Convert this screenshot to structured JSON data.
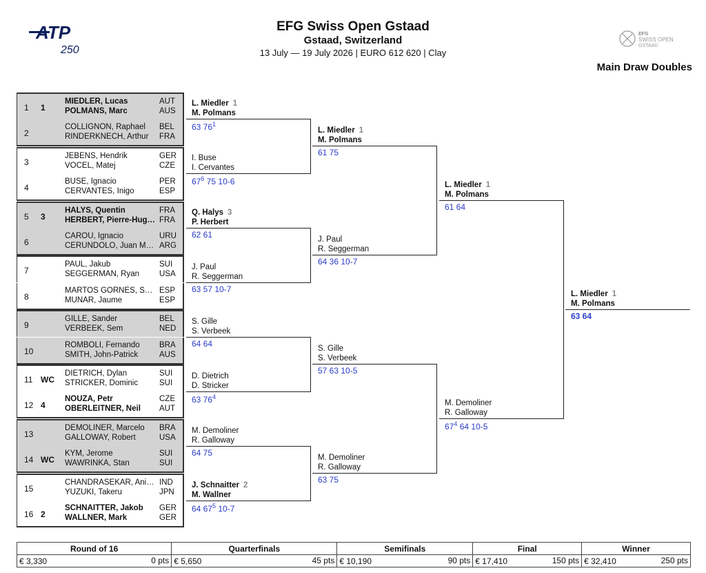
{
  "header": {
    "title": "EFG Swiss Open Gstaad",
    "subtitle": "Gstaad, Switzerland",
    "info": "13 July — 19 July 2026 | EURO 612 620 | Clay",
    "draw_title": "Main Draw Doubles",
    "atp_logo_text": "ATP",
    "atp_logo_number": "250",
    "tour_logo_text": [
      "EFG",
      "SWISS OPEN",
      "GSTAAD"
    ]
  },
  "entries": [
    {
      "num": "1",
      "seed": "1",
      "p1": "MIEDLER, Lucas",
      "p2": "POLMANS, Marc",
      "c1": "AUT",
      "c2": "AUS"
    },
    {
      "num": "2",
      "seed": "",
      "p1": "COLLIGNON, Raphael",
      "p2": "RINDERKNECH, Arthur",
      "c1": "BEL",
      "c2": "FRA"
    },
    {
      "num": "3",
      "seed": "",
      "p1": "JEBENS, Hendrik",
      "p2": "VOCEL, Matej",
      "c1": "GER",
      "c2": "CZE"
    },
    {
      "num": "4",
      "seed": "",
      "p1": "BUSE, Ignacio",
      "p2": "CERVANTES, Inigo",
      "c1": "PER",
      "c2": "ESP"
    },
    {
      "num": "5",
      "seed": "3",
      "p1": "HALYS, Quentin",
      "p2": "HERBERT, Pierre-Hugues",
      "c1": "FRA",
      "c2": "FRA"
    },
    {
      "num": "6",
      "seed": "",
      "p1": "CAROU, Ignacio",
      "p2": "CERUNDOLO, Juan Manuel",
      "c1": "URU",
      "c2": "ARG"
    },
    {
      "num": "7",
      "seed": "",
      "p1": "PAUL, Jakub",
      "p2": "SEGGERMAN, Ryan",
      "c1": "SUI",
      "c2": "USA"
    },
    {
      "num": "8",
      "seed": "",
      "p1": "MARTOS GORNES, Sergio",
      "p2": "MUNAR, Jaume",
      "c1": "ESP",
      "c2": "ESP"
    },
    {
      "num": "9",
      "seed": "",
      "p1": "GILLE, Sander",
      "p2": "VERBEEK, Sem",
      "c1": "BEL",
      "c2": "NED"
    },
    {
      "num": "10",
      "seed": "",
      "p1": "ROMBOLI, Fernando",
      "p2": "SMITH, John-Patrick",
      "c1": "BRA",
      "c2": "AUS"
    },
    {
      "num": "11",
      "seed": "WC",
      "p1": "DIETRICH, Dylan",
      "p2": "STRICKER, Dominic",
      "c1": "SUI",
      "c2": "SUI"
    },
    {
      "num": "12",
      "seed": "4",
      "p1": "NOUZA, Petr",
      "p2": "OBERLEITNER, Neil",
      "c1": "CZE",
      "c2": "AUT"
    },
    {
      "num": "13",
      "seed": "",
      "p1": "DEMOLINER, Marcelo",
      "p2": "GALLOWAY, Robert",
      "c1": "BRA",
      "c2": "USA"
    },
    {
      "num": "14",
      "seed": "WC",
      "p1": "KYM, Jerome",
      "p2": "WAWRINKA, Stan",
      "c1": "SUI",
      "c2": "SUI"
    },
    {
      "num": "15",
      "seed": "",
      "p1": "CHANDRASEKAR, Anirudh",
      "p2": "YUZUKI, Takeru",
      "c1": "IND",
      "c2": "JPN"
    },
    {
      "num": "16",
      "seed": "2",
      "p1": "SCHNAITTER, Jakob",
      "p2": "WALLNER, Mark",
      "c1": "GER",
      "c2": "GER"
    }
  ],
  "round2": [
    {
      "n1": "L. Miedler",
      "n2": "M. Polmans",
      "seed": "1",
      "bold": true,
      "score": "63 76",
      "sup": "1",
      "tail": ""
    },
    {
      "n1": "I. Buse",
      "n2": "I. Cervantes",
      "seed": "",
      "bold": false,
      "score": "67",
      "sup": "6",
      "tail": " 75 10-6"
    },
    {
      "n1": "Q. Halys",
      "n2": "P. Herbert",
      "seed": "3",
      "bold": true,
      "score": "62 61",
      "sup": "",
      "tail": ""
    },
    {
      "n1": "J. Paul",
      "n2": "R. Seggerman",
      "seed": "",
      "bold": false,
      "score": "63 57 10-7",
      "sup": "",
      "tail": ""
    },
    {
      "n1": "S. Gille",
      "n2": "S. Verbeek",
      "seed": "",
      "bold": false,
      "score": "64 64",
      "sup": "",
      "tail": ""
    },
    {
      "n1": "D. Dietrich",
      "n2": "D. Stricker",
      "seed": "",
      "bold": false,
      "score": "63 76",
      "sup": "4",
      "tail": ""
    },
    {
      "n1": "M. Demoliner",
      "n2": "R. Galloway",
      "seed": "",
      "bold": false,
      "score": "64 75",
      "sup": "",
      "tail": ""
    },
    {
      "n1": "J. Schnaitter",
      "n2": "M. Wallner",
      "seed": "2",
      "bold": true,
      "score": "64 67",
      "sup": "5",
      "tail": " 10-7"
    }
  ],
  "quarterfinals": [
    {
      "n1": "L. Miedler",
      "n2": "M. Polmans",
      "seed": "1",
      "bold": true,
      "score": "61 75",
      "sup": "",
      "tail": ""
    },
    {
      "n1": "J. Paul",
      "n2": "R. Seggerman",
      "seed": "",
      "bold": false,
      "score": "64 36 10-7",
      "sup": "",
      "tail": ""
    },
    {
      "n1": "S. Gille",
      "n2": "S. Verbeek",
      "seed": "",
      "bold": false,
      "score": "57 63 10-5",
      "sup": "",
      "tail": ""
    },
    {
      "n1": "M. Demoliner",
      "n2": "R. Galloway",
      "seed": "",
      "bold": false,
      "score": "63 75",
      "sup": "",
      "tail": ""
    }
  ],
  "semifinals": [
    {
      "n1": "L. Miedler",
      "n2": "M. Polmans",
      "seed": "1",
      "bold": true,
      "score": "61 64",
      "sup": "",
      "tail": ""
    },
    {
      "n1": "M. Demoliner",
      "n2": "R. Galloway",
      "seed": "",
      "bold": false,
      "score": "67",
      "sup": "4",
      "tail": " 64 10-5"
    }
  ],
  "final": [
    {
      "n1": "L. Miedler",
      "n2": "M. Polmans",
      "seed": "1",
      "bold": true,
      "score": "63 64",
      "sup": "",
      "tail": ""
    }
  ],
  "prize": {
    "rounds": [
      "Round of 16",
      "Quarterfinals",
      "Semifinals",
      "Final",
      "Winner"
    ],
    "money": [
      "€ 3,330",
      "€ 5,650",
      "€ 10,190",
      "€ 17,410",
      "€ 32,410"
    ],
    "points": [
      "0 pts",
      "45 pts",
      "90 pts",
      "150 pts",
      "250 pts"
    ]
  }
}
